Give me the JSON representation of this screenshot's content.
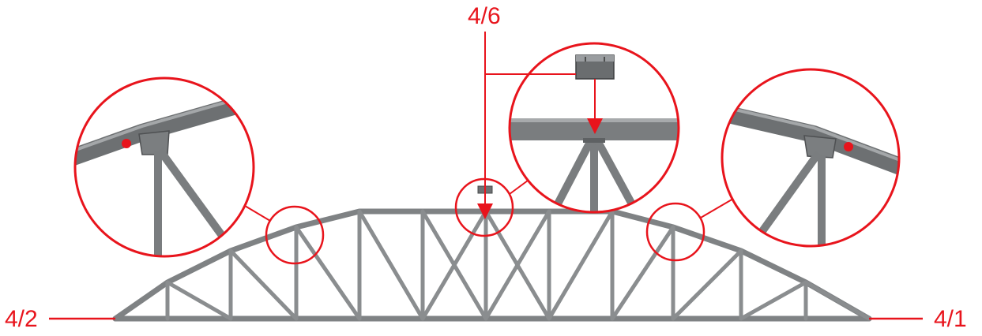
{
  "labels": {
    "left_end": "4/2",
    "right_end": "4/1",
    "top_center": "4/6"
  },
  "colors": {
    "callout": "#e8141c",
    "truss": "#8a8d8f",
    "background": "#ffffff"
  },
  "icons": [
    "detail-magnifier-circle",
    "connection-plate",
    "clip-part"
  ]
}
